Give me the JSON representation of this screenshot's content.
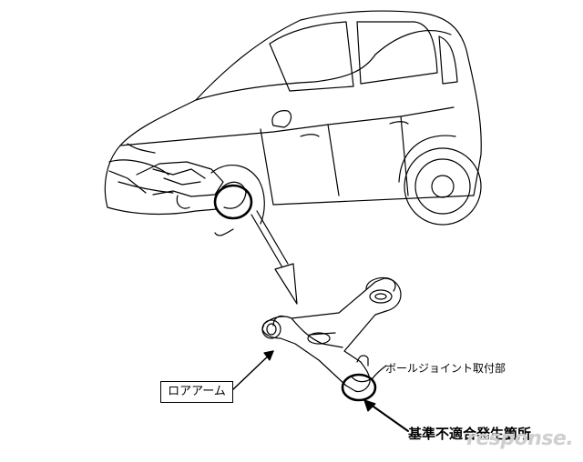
{
  "labels": {
    "lower_arm": "ロアアーム",
    "ball_joint_mount": "ボールジョイント取付部",
    "nonconformity_location": "基準不適合発生箇所"
  },
  "watermark": "response.",
  "colors": {
    "line": "#000000",
    "background": "#ffffff",
    "watermark": "#cfcfcf"
  }
}
